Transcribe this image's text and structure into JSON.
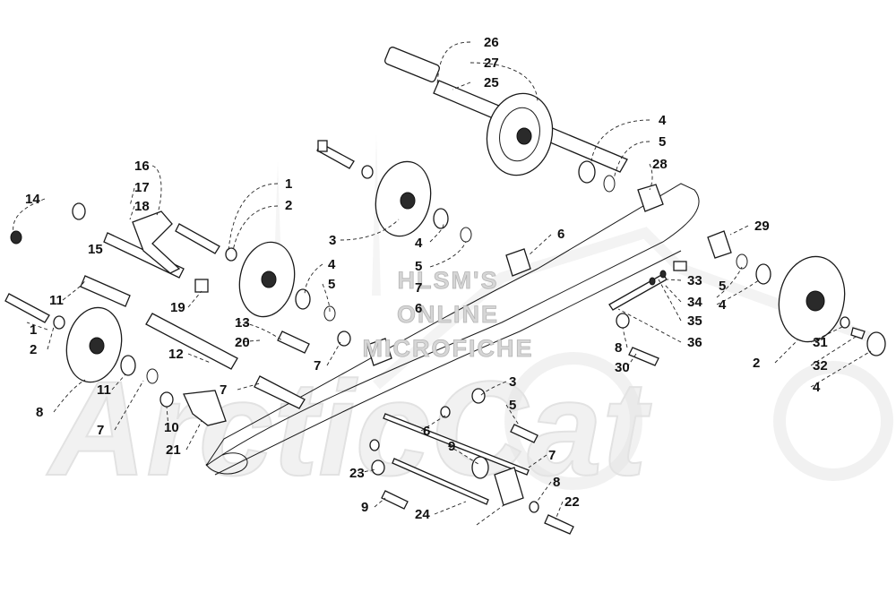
{
  "watermark": {
    "lines": [
      "HLSM'S",
      "ONLINE",
      "MICROFICHE"
    ],
    "logo_text": "ArcticCat"
  },
  "callouts": [
    {
      "id": "c26a",
      "label": "26"
    },
    {
      "id": "c27",
      "label": "27"
    },
    {
      "id": "c25",
      "label": "25"
    },
    {
      "id": "c4a",
      "label": "4"
    },
    {
      "id": "c5a",
      "label": "5"
    },
    {
      "id": "c28",
      "label": "28"
    },
    {
      "id": "c16",
      "label": "16"
    },
    {
      "id": "c17",
      "label": "17"
    },
    {
      "id": "c18",
      "label": "18"
    },
    {
      "id": "c14",
      "label": "14"
    },
    {
      "id": "c15",
      "label": "15"
    },
    {
      "id": "c1a",
      "label": "1"
    },
    {
      "id": "c2a",
      "label": "2"
    },
    {
      "id": "c3a",
      "label": "3"
    },
    {
      "id": "c6a",
      "label": "6"
    },
    {
      "id": "c29",
      "label": "29"
    },
    {
      "id": "c4b",
      "label": "4"
    },
    {
      "id": "c5b",
      "label": "5"
    },
    {
      "id": "c7a",
      "label": "7"
    },
    {
      "id": "c6b",
      "label": "6"
    },
    {
      "id": "c4c",
      "label": "4"
    },
    {
      "id": "c5c",
      "label": "5"
    },
    {
      "id": "c33",
      "label": "33"
    },
    {
      "id": "c34",
      "label": "34"
    },
    {
      "id": "c35",
      "label": "35"
    },
    {
      "id": "c36",
      "label": "36"
    },
    {
      "id": "c5d",
      "label": "5"
    },
    {
      "id": "c4d",
      "label": "4"
    },
    {
      "id": "c11a",
      "label": "11"
    },
    {
      "id": "c19",
      "label": "19"
    },
    {
      "id": "c1b",
      "label": "1"
    },
    {
      "id": "c2b",
      "label": "2"
    },
    {
      "id": "c13",
      "label": "13"
    },
    {
      "id": "c20",
      "label": "20"
    },
    {
      "id": "c12",
      "label": "12"
    },
    {
      "id": "c7b",
      "label": "7"
    },
    {
      "id": "c8a",
      "label": "8"
    },
    {
      "id": "c30",
      "label": "30"
    },
    {
      "id": "c2c",
      "label": "2"
    },
    {
      "id": "c31",
      "label": "31"
    },
    {
      "id": "c32",
      "label": "32"
    },
    {
      "id": "c4e",
      "label": "4"
    },
    {
      "id": "c11b",
      "label": "11"
    },
    {
      "id": "c7c",
      "label": "7"
    },
    {
      "id": "c3b",
      "label": "3"
    },
    {
      "id": "c8b",
      "label": "8"
    },
    {
      "id": "c5e",
      "label": "5"
    },
    {
      "id": "c7d",
      "label": "7"
    },
    {
      "id": "c10",
      "label": "10"
    },
    {
      "id": "c6c",
      "label": "6"
    },
    {
      "id": "c21",
      "label": "21"
    },
    {
      "id": "c9a",
      "label": "9"
    },
    {
      "id": "c7e",
      "label": "7"
    },
    {
      "id": "c23",
      "label": "23"
    },
    {
      "id": "c8c",
      "label": "8"
    },
    {
      "id": "c9b",
      "label": "9"
    },
    {
      "id": "c24",
      "label": "24"
    },
    {
      "id": "c22",
      "label": "22"
    }
  ]
}
